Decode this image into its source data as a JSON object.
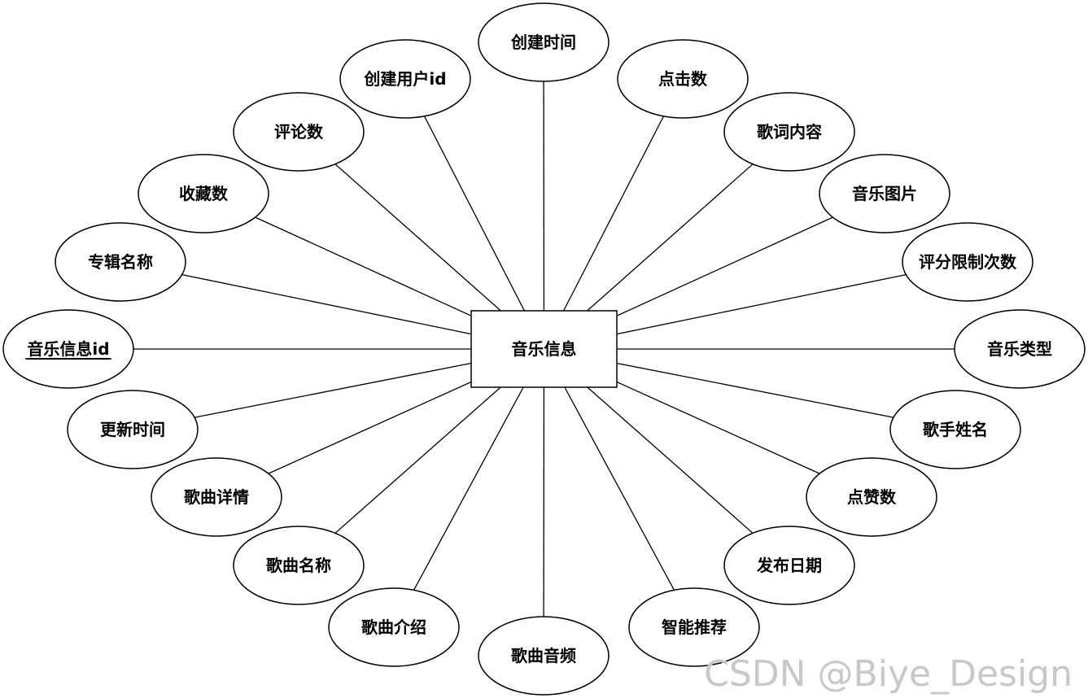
{
  "entity": {
    "label": "音乐信息"
  },
  "attributes": [
    {
      "id": "create-time",
      "label": "创建时间"
    },
    {
      "id": "creator-user-id",
      "label": "创建用户id"
    },
    {
      "id": "click-count",
      "label": "点击数"
    },
    {
      "id": "comment-count",
      "label": "评论数"
    },
    {
      "id": "lyrics-content",
      "label": "歌词内容"
    },
    {
      "id": "favorite-count",
      "label": "收藏数"
    },
    {
      "id": "music-image",
      "label": "音乐图片"
    },
    {
      "id": "album-name",
      "label": "专辑名称"
    },
    {
      "id": "rating-limit-count",
      "label": "评分限制次数"
    },
    {
      "id": "music-info-id",
      "label": "音乐信息id",
      "primary_key": true
    },
    {
      "id": "music-type",
      "label": "音乐类型"
    },
    {
      "id": "update-time",
      "label": "更新时间"
    },
    {
      "id": "singer-name",
      "label": "歌手姓名"
    },
    {
      "id": "song-details",
      "label": "歌曲详情"
    },
    {
      "id": "like-count",
      "label": "点赞数"
    },
    {
      "id": "song-name",
      "label": "歌曲名称"
    },
    {
      "id": "release-date",
      "label": "发布日期"
    },
    {
      "id": "song-intro",
      "label": "歌曲介绍"
    },
    {
      "id": "smart-recommend",
      "label": "智能推荐"
    },
    {
      "id": "song-audio",
      "label": "歌曲音频"
    }
  ],
  "watermark": "CSDN @Biye_Design"
}
